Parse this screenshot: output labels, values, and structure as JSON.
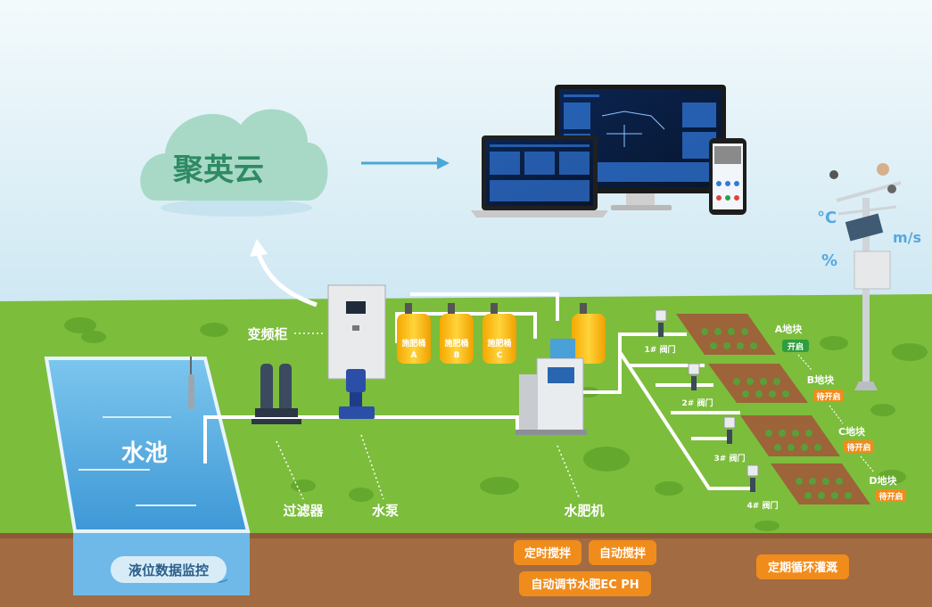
{
  "cloud": {
    "title": "聚英云"
  },
  "labels": {
    "cabinet": "变频柜",
    "pool": "水池",
    "filter": "过滤器",
    "pump": "水泵",
    "fertilizer_machine": "水肥机",
    "level_monitor": "液位数据监控"
  },
  "tanks": [
    {
      "name": "施肥桶",
      "id": "A"
    },
    {
      "name": "施肥桶",
      "id": "B"
    },
    {
      "name": "施肥桶",
      "id": "C"
    }
  ],
  "plots": [
    {
      "name": "A地块",
      "valve": "1# 阀门",
      "status": "开启",
      "status_color": "#2f9e3e"
    },
    {
      "name": "B地块",
      "valve": "2# 阀门",
      "status": "待开启",
      "status_color": "#f08c1c"
    },
    {
      "name": "C地块",
      "valve": "3# 阀门",
      "status": "待开启",
      "status_color": "#f08c1c"
    },
    {
      "name": "D地块",
      "valve": "4# 阀门",
      "status": "待开启",
      "status_color": "#f08c1c"
    }
  ],
  "weather": {
    "temp_unit": "°C",
    "wind_unit": "m/s",
    "humidity_unit": "%"
  },
  "features": {
    "timed_stir": "定时搅拌",
    "auto_stir": "自动搅拌",
    "auto_ec_ph": "自动调节水肥EC PH",
    "cycle_irrigation": "定期循环灌溉"
  },
  "colors": {
    "sky": "#d8edf7",
    "grass": "#7fbf3f",
    "soil": "#a06b43",
    "accent": "#f08c1c",
    "cloud": "#a9d8c8",
    "cloud_text": "#2e8a63"
  }
}
